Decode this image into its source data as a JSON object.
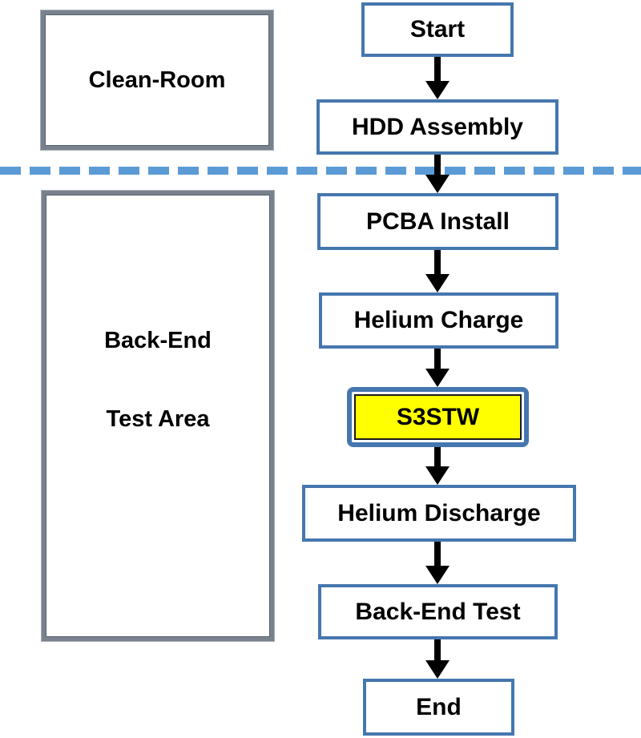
{
  "zones": [
    {
      "label": "Clean-Room"
    },
    {
      "label_line1": "Back-End",
      "label_line2": "Test Area"
    }
  ],
  "flow": {
    "nodes": [
      {
        "label": "Start"
      },
      {
        "label": "HDD Assembly"
      },
      {
        "label": "PCBA Install"
      },
      {
        "label": "Helium Charge"
      },
      {
        "label": "S3STW",
        "highlighted": true
      },
      {
        "label": "Helium Discharge"
      },
      {
        "label": "Back-End Test"
      },
      {
        "label": "End"
      }
    ]
  },
  "colors": {
    "box_border": "#4577ae",
    "divider": "#5b9bd5",
    "zone_border": "#79818d",
    "highlight_fill": "#ffff00",
    "highlight_inner_border": "#1a1a1a",
    "arrow": "#000000",
    "text": "#000000",
    "background": "#ffffff"
  }
}
